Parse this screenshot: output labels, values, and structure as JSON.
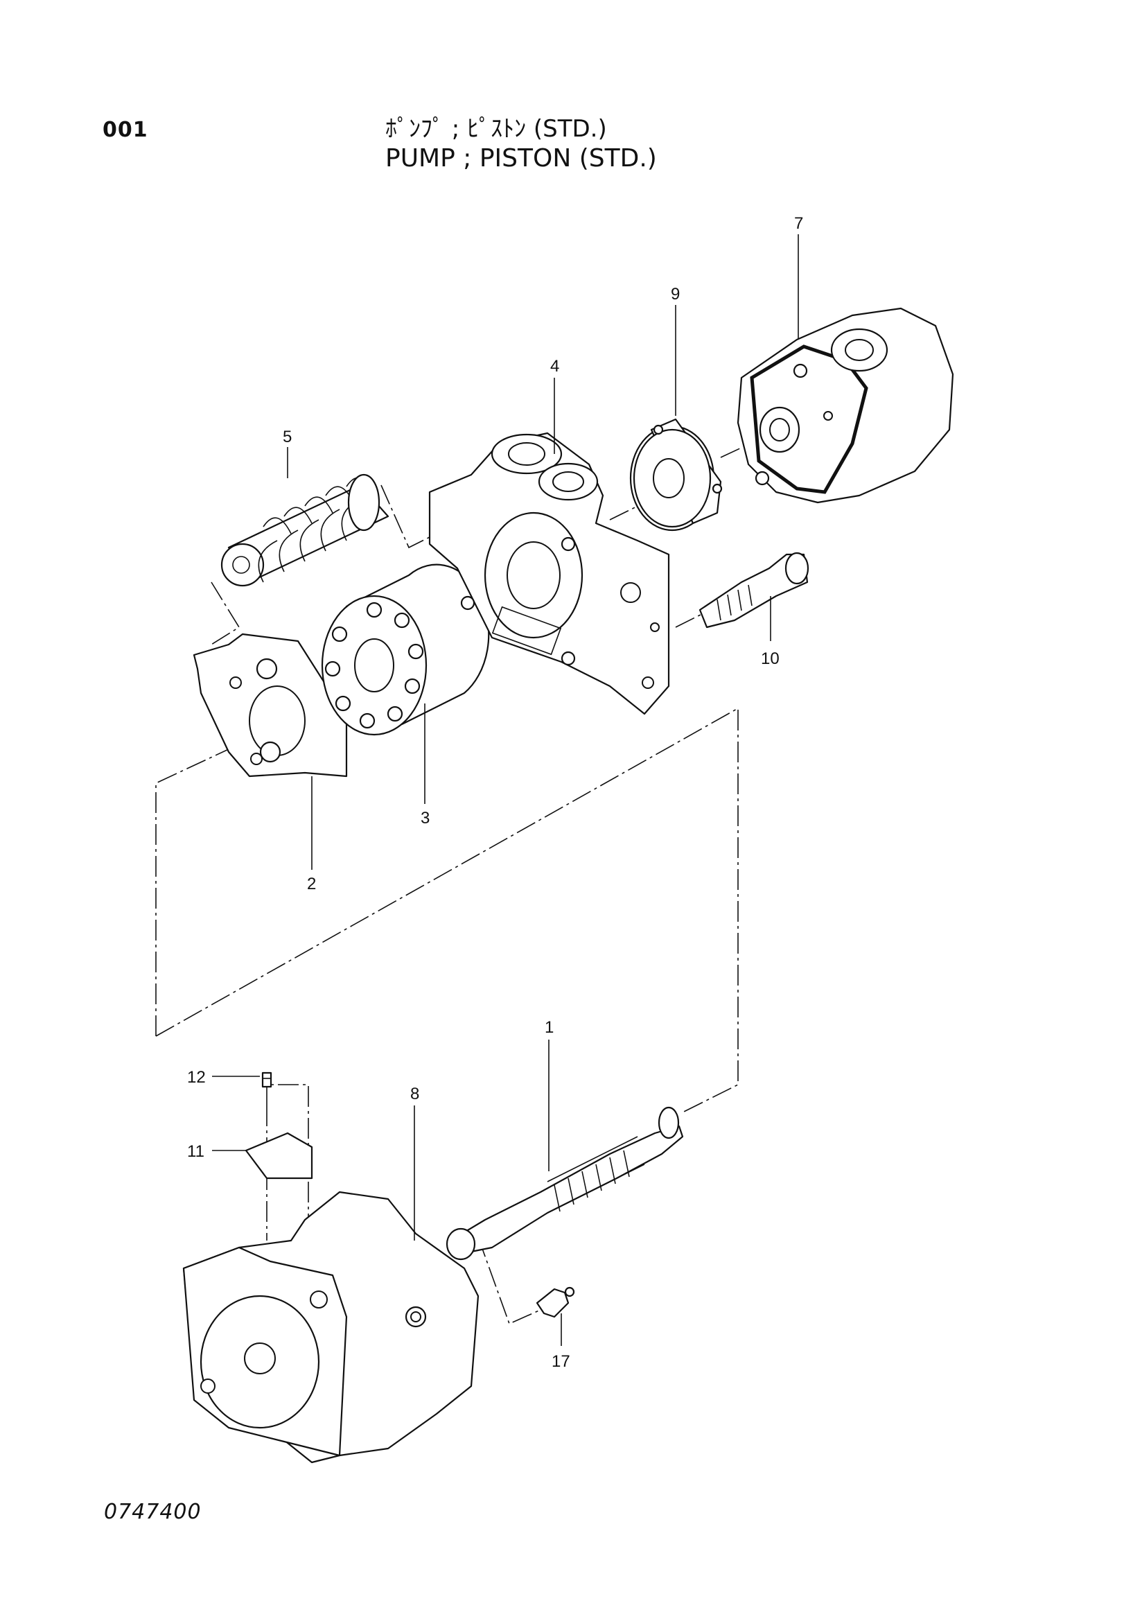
{
  "header": {
    "page_number": "001",
    "title_japanese": "ﾎﾟﾝﾌﾟ ; ﾋﾟｽﾄﾝ (STD.)",
    "title_english": "PUMP ; PISTON (STD.)"
  },
  "callouts": {
    "p1": "1",
    "p2": "2",
    "p3": "3",
    "p4": "4",
    "p5": "5",
    "p7": "7",
    "p8": "8",
    "p9": "9",
    "p10": "10",
    "p11": "11",
    "p12": "12",
    "p17": "17"
  },
  "footer": {
    "drawing_number": "0747400"
  }
}
